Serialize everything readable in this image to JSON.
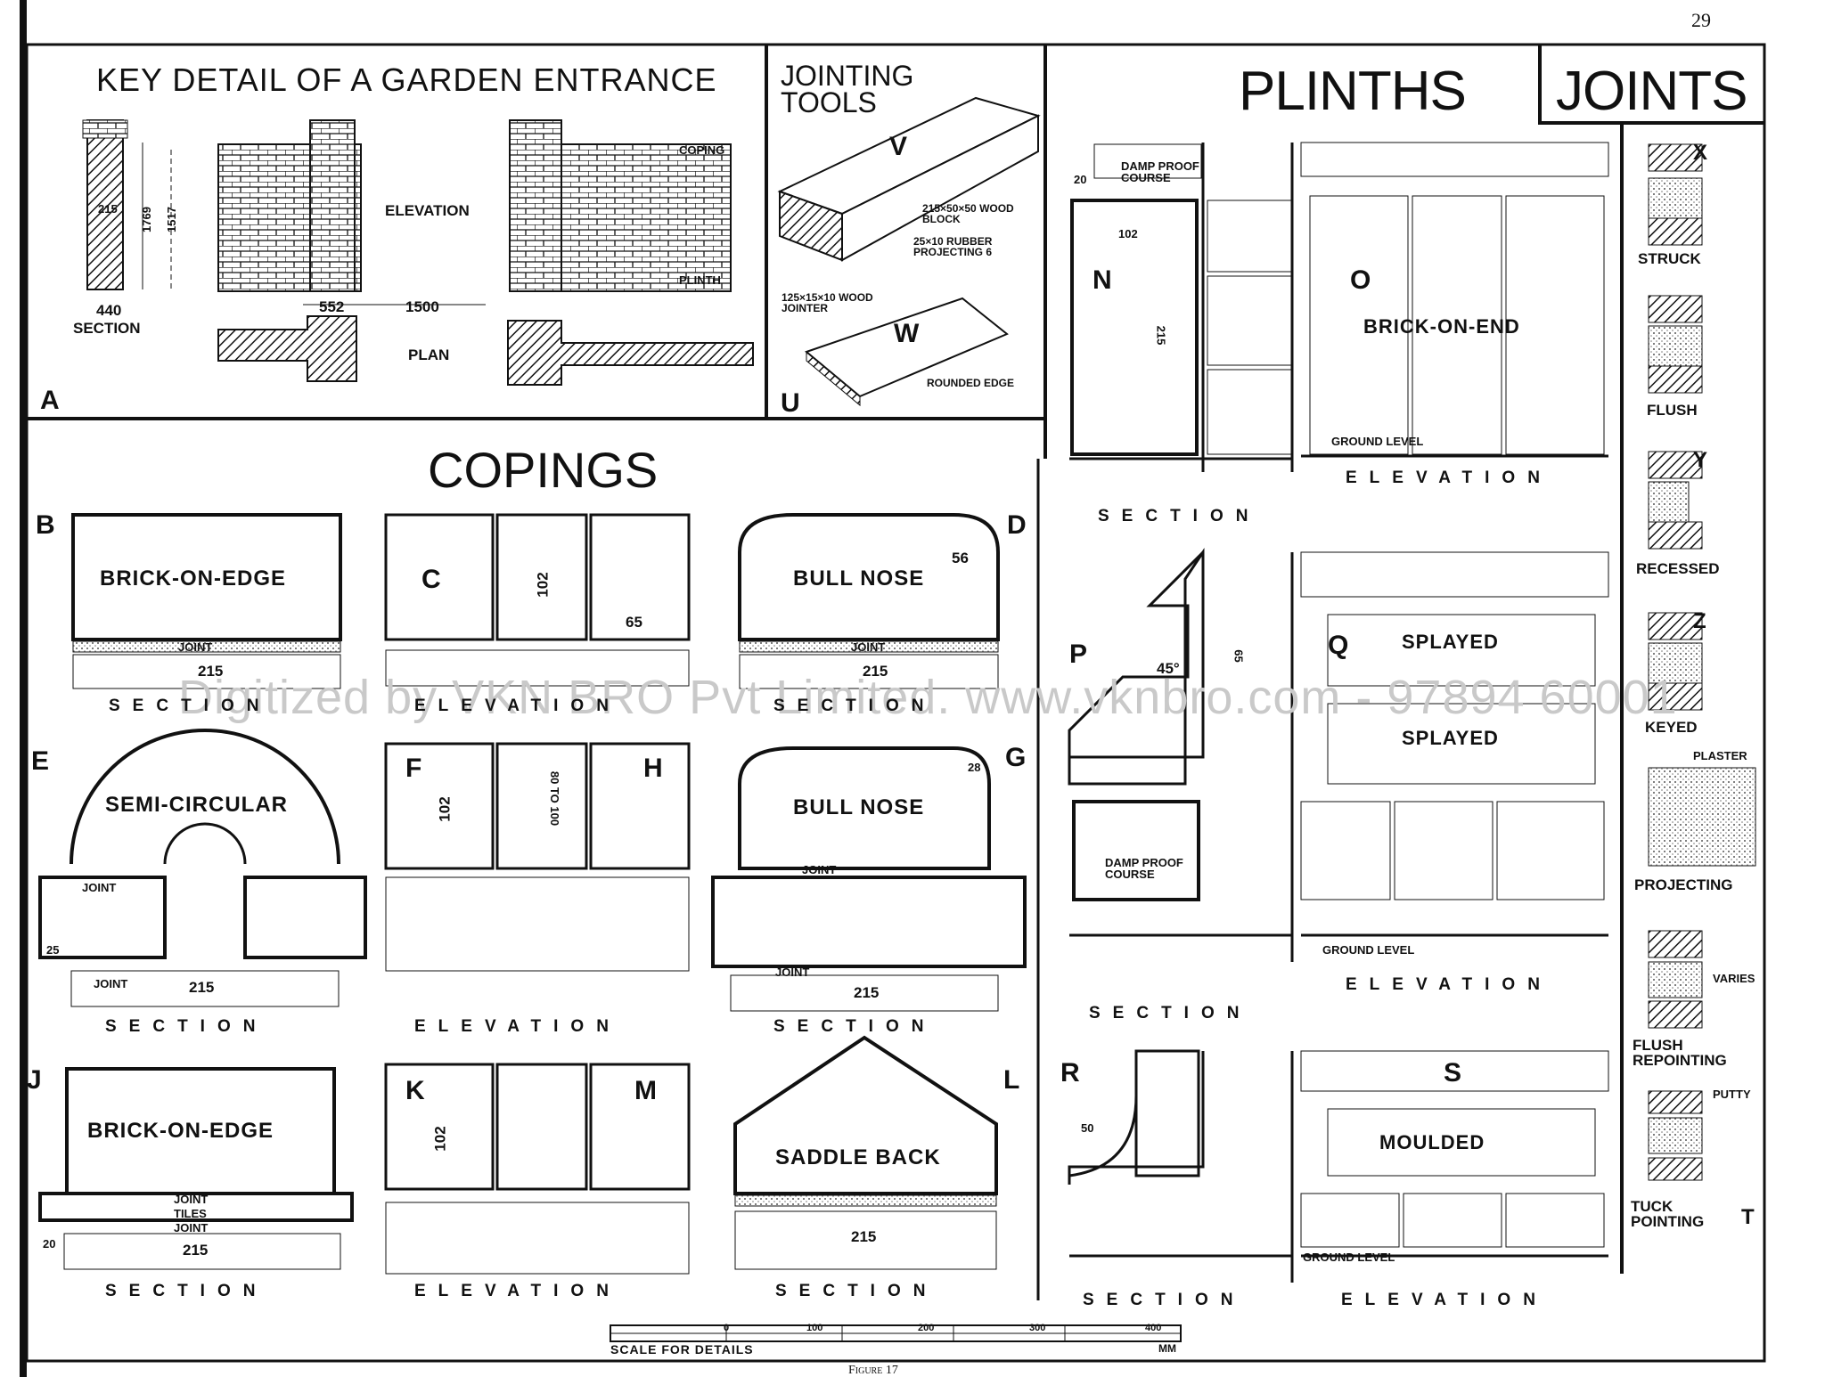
{
  "page_number": "29",
  "figure_caption": "Figure 17",
  "watermark": "Digitized by VKN BRO Pvt Limited. www.vknbro.com - 97894 60001",
  "panels": {
    "garden_entrance": {
      "title": "KEY DETAIL OF A GARDEN ENTRANCE",
      "section_label": "SECTION",
      "elevation_label": "ELEVATION",
      "plan_label": "PLAN",
      "coping_label": "COPING",
      "plinth_label": "PLINTH",
      "dim_1769": "1769",
      "dim_1517": "1517",
      "dim_215": "215",
      "dim_440": "440",
      "dim_552": "552",
      "dim_1500": "1500",
      "letter": "A"
    },
    "jointing_tools": {
      "title": "JOINTING TOOLS",
      "letter_v": "V",
      "letter_w": "W",
      "letter_u": "U",
      "note_block": "215×50×50 WOOD BLOCK",
      "note_rubber": "25×10 RUBBER PROJECTING 6",
      "note_jointer": "125×15×10 WOOD JOINTER",
      "note_edge": "ROUNDED EDGE"
    },
    "plinths": {
      "title": "PLINTHS",
      "dpc_top": "DAMP PROOF COURSE",
      "dpc_mid": "DAMP PROOF COURSE",
      "brick_on_end": "BRICK-ON-END",
      "splayed_1": "SPLAYED",
      "splayed_2": "SPLAYED",
      "moulded": "MOULDED",
      "ground_level_1": "GROUND LEVEL",
      "ground_level_2": "GROUND LEVEL",
      "ground_level_3": "GROUND LEVEL",
      "section": "SECTION",
      "elevation": "ELEVATION",
      "letters": [
        "N",
        "O",
        "P",
        "Q",
        "R",
        "S"
      ],
      "dims": [
        "20",
        "102",
        "215",
        "45°",
        "65",
        "50"
      ]
    },
    "joints": {
      "title": "JOINTS",
      "items": [
        "STRUCK",
        "FLUSH",
        "RECESSED",
        "KEYED",
        "PROJECTING",
        "FLUSH REPOINTING",
        "TUCK POINTING"
      ],
      "letters": [
        "X",
        "Y",
        "Z",
        "T"
      ],
      "plaster": "PLASTER",
      "varies": "VARIES",
      "putty": "PUTTY"
    },
    "copings": {
      "title": "COPINGS",
      "brick_on_edge": "BRICK-ON-EDGE",
      "bull_nose": "BULL NOSE",
      "semi_circular": "SEMI-CIRCULAR",
      "saddle_back": "SADDLE BACK",
      "joint": "JOINT",
      "tiles": "TILES",
      "section": "SECTION",
      "elevation": "ELEVATION",
      "letters": [
        "B",
        "C",
        "D",
        "E",
        "F",
        "G",
        "H",
        "J",
        "K",
        "L",
        "M"
      ],
      "dim_215": "215",
      "dim_102": "102",
      "dim_65": "65",
      "dim_56": "56",
      "dim_28": "28",
      "dim_80_100": "80 TO 100",
      "dim_25": "25",
      "dim_20": "20"
    }
  },
  "scale_bar": {
    "label": "SCALE FOR DETAILS",
    "unit": "MM",
    "ticks": [
      "0",
      "100",
      "200",
      "300",
      "400"
    ]
  }
}
